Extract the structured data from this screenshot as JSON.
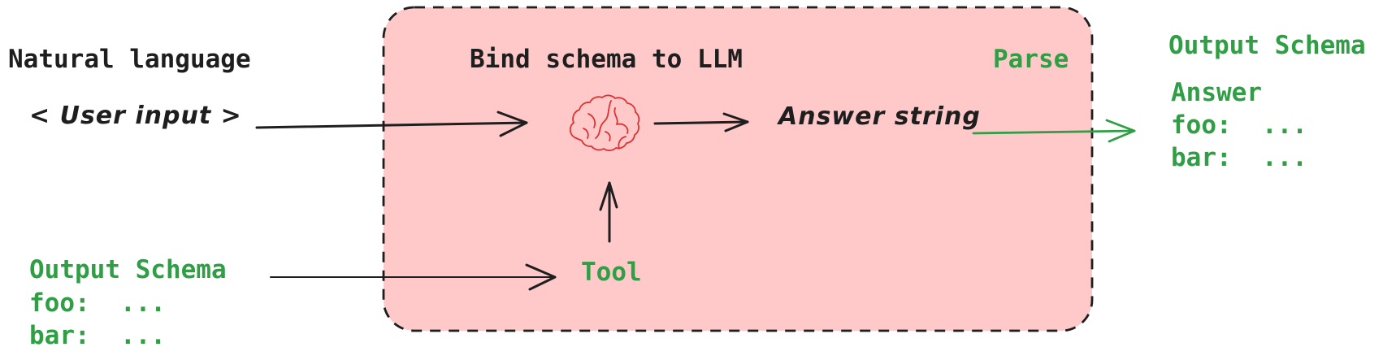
{
  "colors": {
    "ink": "#1e1e1e",
    "green": "#2f9e44",
    "box_fill": "#ffc9c9",
    "box_border": "#1e1e1e",
    "brain_red": "#e03131"
  },
  "left_column": {
    "heading": "Natural language",
    "user_input": "< User input >",
    "schema_heading": "Output Schema",
    "schema_foo": "foo:  ...",
    "schema_bar": "bar:  ..."
  },
  "llm_box": {
    "title": "Bind schema to LLM",
    "parse_label": "Parse",
    "answer_string_label": "Answer string",
    "tool_label": "Tool",
    "icon": "brain-icon"
  },
  "right_column": {
    "heading": "Output Schema",
    "answer_label": "Answer",
    "schema_foo": "foo:  ...",
    "schema_bar": "bar:  ..."
  }
}
